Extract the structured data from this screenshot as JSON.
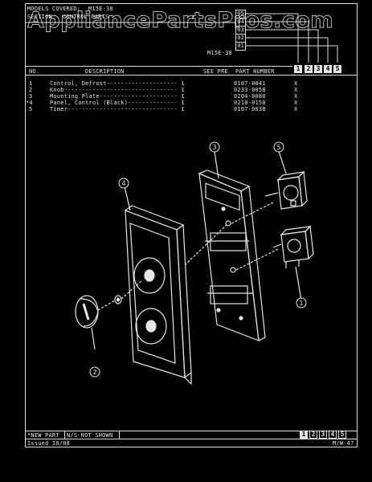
{
  "watermark": "AppliancePartsPros.com",
  "header": {
    "models_label": "MODELS COVERED:",
    "model_value": "M15E-38",
    "section_label": "SECTION:",
    "section_value": "CONTROL PARTS",
    "model_code": "M15E-38",
    "year_codes": [
      "01",
      "02",
      "03",
      "04",
      "05"
    ],
    "column_boxes": [
      "1",
      "2",
      "3",
      "4",
      "5"
    ]
  },
  "table": {
    "headers": {
      "no": "NO.",
      "description": "DESCRIPTION",
      "see_pre": "SEE PRE",
      "part_number": "PART NUMBER"
    },
    "rows": [
      {
        "no": "1",
        "description": "Control, Defrost-------------------- 1",
        "part": "0107-0041",
        "mark": "X"
      },
      {
        "no": "2",
        "description": "Knob-------------------------------- 1",
        "part": "0233-0058",
        "mark": "X"
      },
      {
        "no": "3",
        "description": "Mounting Plate---------------------- 1",
        "part": "0204-0080",
        "mark": "X"
      },
      {
        "no": "*4",
        "description": "Panel, Control (Black)-------------- 1",
        "part": "0210-0150",
        "mark": "X"
      },
      {
        "no": "5",
        "description": "Timer------------------------------- 1",
        "part": "0107-0038",
        "mark": "X"
      }
    ]
  },
  "callouts": [
    "1",
    "2",
    "3",
    "4",
    "5"
  ],
  "footer": {
    "new_part": "*NEW PART",
    "not_shown": "N/S-NOT SHOWN",
    "issued": "Issued 10/88",
    "page_code": "M/W-47",
    "column_boxes": [
      "1",
      "2",
      "3",
      "4",
      "5"
    ]
  }
}
